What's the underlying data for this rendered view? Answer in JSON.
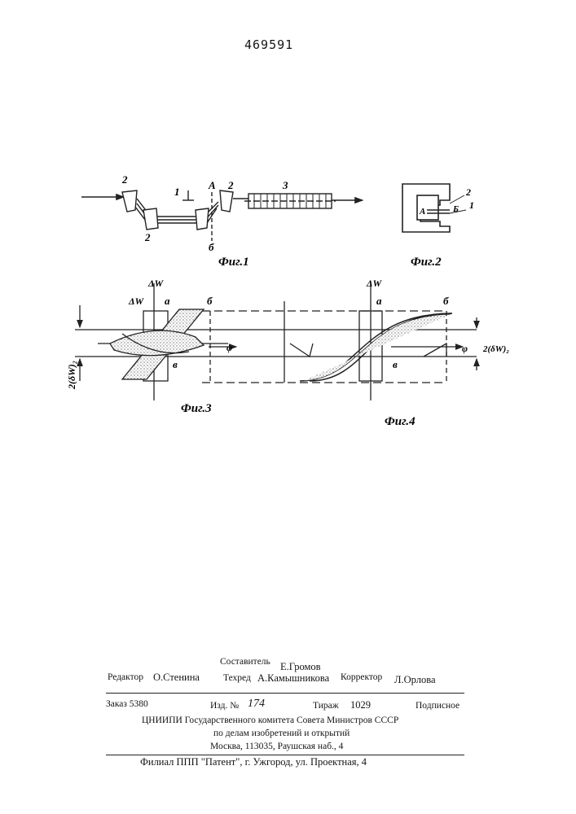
{
  "patent_number": "469591",
  "figures": {
    "fig1": {
      "caption": "Фиг.1",
      "labels": {
        "n2_left_top": "2",
        "n2_left_bottom": "2",
        "n1": "1",
        "a_label": "A",
        "n2_right": "2",
        "n3": "3",
        "b_label": "б"
      }
    },
    "fig2": {
      "caption": "Фиг.2",
      "labels": {
        "a_label": "A",
        "b_label": "Б",
        "n2": "2",
        "n1": "1"
      }
    },
    "fig3": {
      "caption": "Фиг.3",
      "labels": {
        "dw_top": "ΔW",
        "dw_left": "ΔW",
        "a": "a",
        "b": "б",
        "v": "в",
        "phi": "φ",
        "width": "2(δW)₂"
      }
    },
    "fig4": {
      "caption": "Фиг.4",
      "labels": {
        "dw": "ΔW",
        "a": "a",
        "b": "б",
        "v": "в",
        "phi": "φ",
        "width": "2(δW)₂"
      }
    }
  },
  "colophon": {
    "compiler_label": "Составитель",
    "compiler_name": "Е.Громов",
    "editor_label": "Редактор",
    "editor_name": "О.Стенина",
    "techred_label": "Техред",
    "techred_name": "А.Камышникова",
    "corrector_label": "Корректор",
    "corrector_name": "Л.Орлова",
    "order": "Заказ 5380",
    "izd_label": "Изд. №",
    "izd_value": "174",
    "tirazh_label": "Тираж",
    "tirazh_value": "1029",
    "signed": "Подписное",
    "org_line1": "ЦНИИПИ Государственного комитета Совета Министров СССР",
    "org_line2": "по делам изобретений и открытий",
    "org_line3": "Москва, 113035, Раушская наб., 4",
    "branch": "Филиал ППП \"Патент\", г. Ужгород, ул. Проектная, 4"
  }
}
